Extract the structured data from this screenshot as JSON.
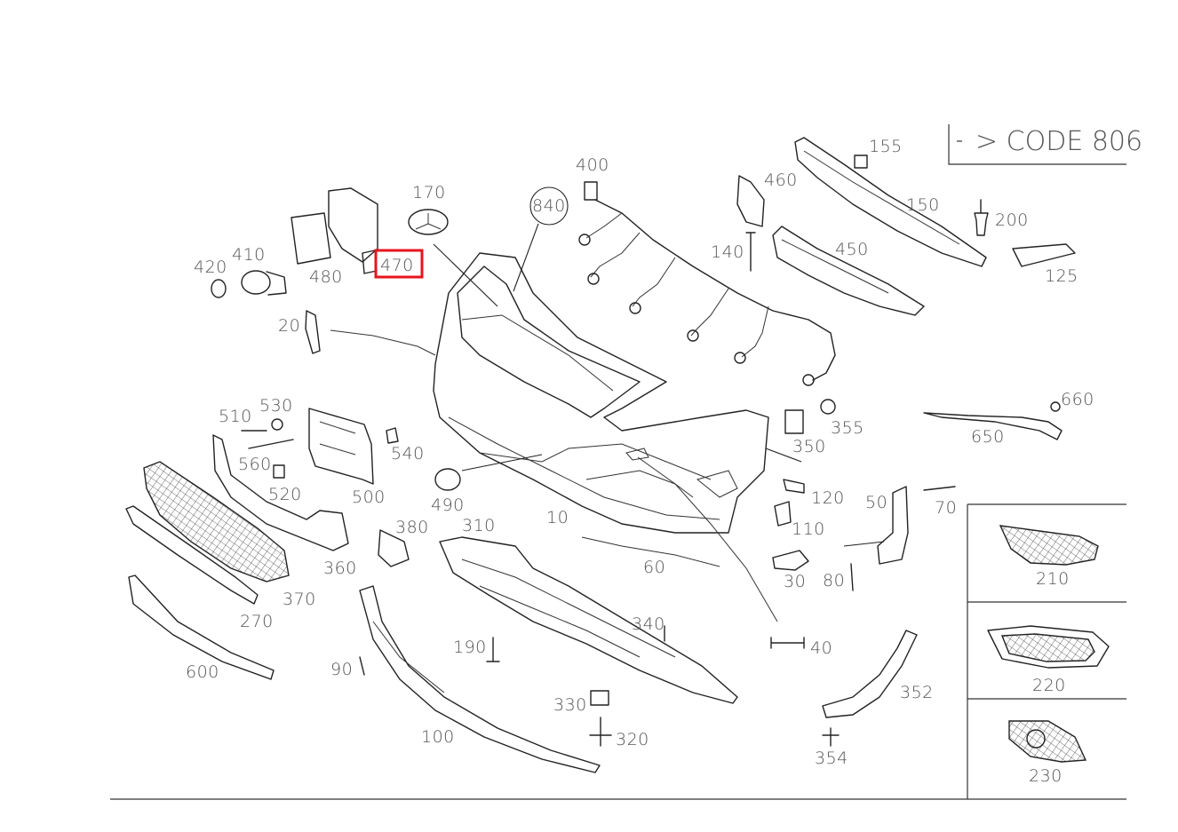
{
  "code_note": "> CODE 806",
  "highlighted_part": "470",
  "callouts": {
    "c155": "155",
    "c400": "400",
    "c170": "170",
    "c460": "460",
    "c150": "150",
    "c200": "200",
    "c840": "840",
    "c470": "470",
    "c410": "410",
    "c420": "420",
    "c480": "480",
    "c140": "140",
    "c450": "450",
    "c125": "125",
    "c20": "20",
    "c510": "510",
    "c530": "530",
    "c540": "540",
    "c560": "560",
    "c520": "520",
    "c500": "500",
    "c490": "490",
    "c355": "355",
    "c350": "350",
    "c660": "660",
    "c650": "650",
    "c120": "120",
    "c50": "50",
    "c70": "70",
    "c110": "110",
    "c10": "10",
    "c310": "310",
    "c380": "380",
    "c360": "360",
    "c370": "370",
    "c270": "270",
    "c60": "60",
    "c30": "30",
    "c80": "80",
    "c340": "340",
    "c190": "190",
    "c90": "90",
    "c600": "600",
    "c40": "40",
    "c352": "352",
    "c330": "330",
    "c320": "320",
    "c100": "100",
    "c354": "354",
    "c210": "210",
    "c220": "220",
    "c230": "230"
  },
  "colors": {
    "highlight": "#e8141c",
    "line": "#222222",
    "label": "#555555"
  }
}
